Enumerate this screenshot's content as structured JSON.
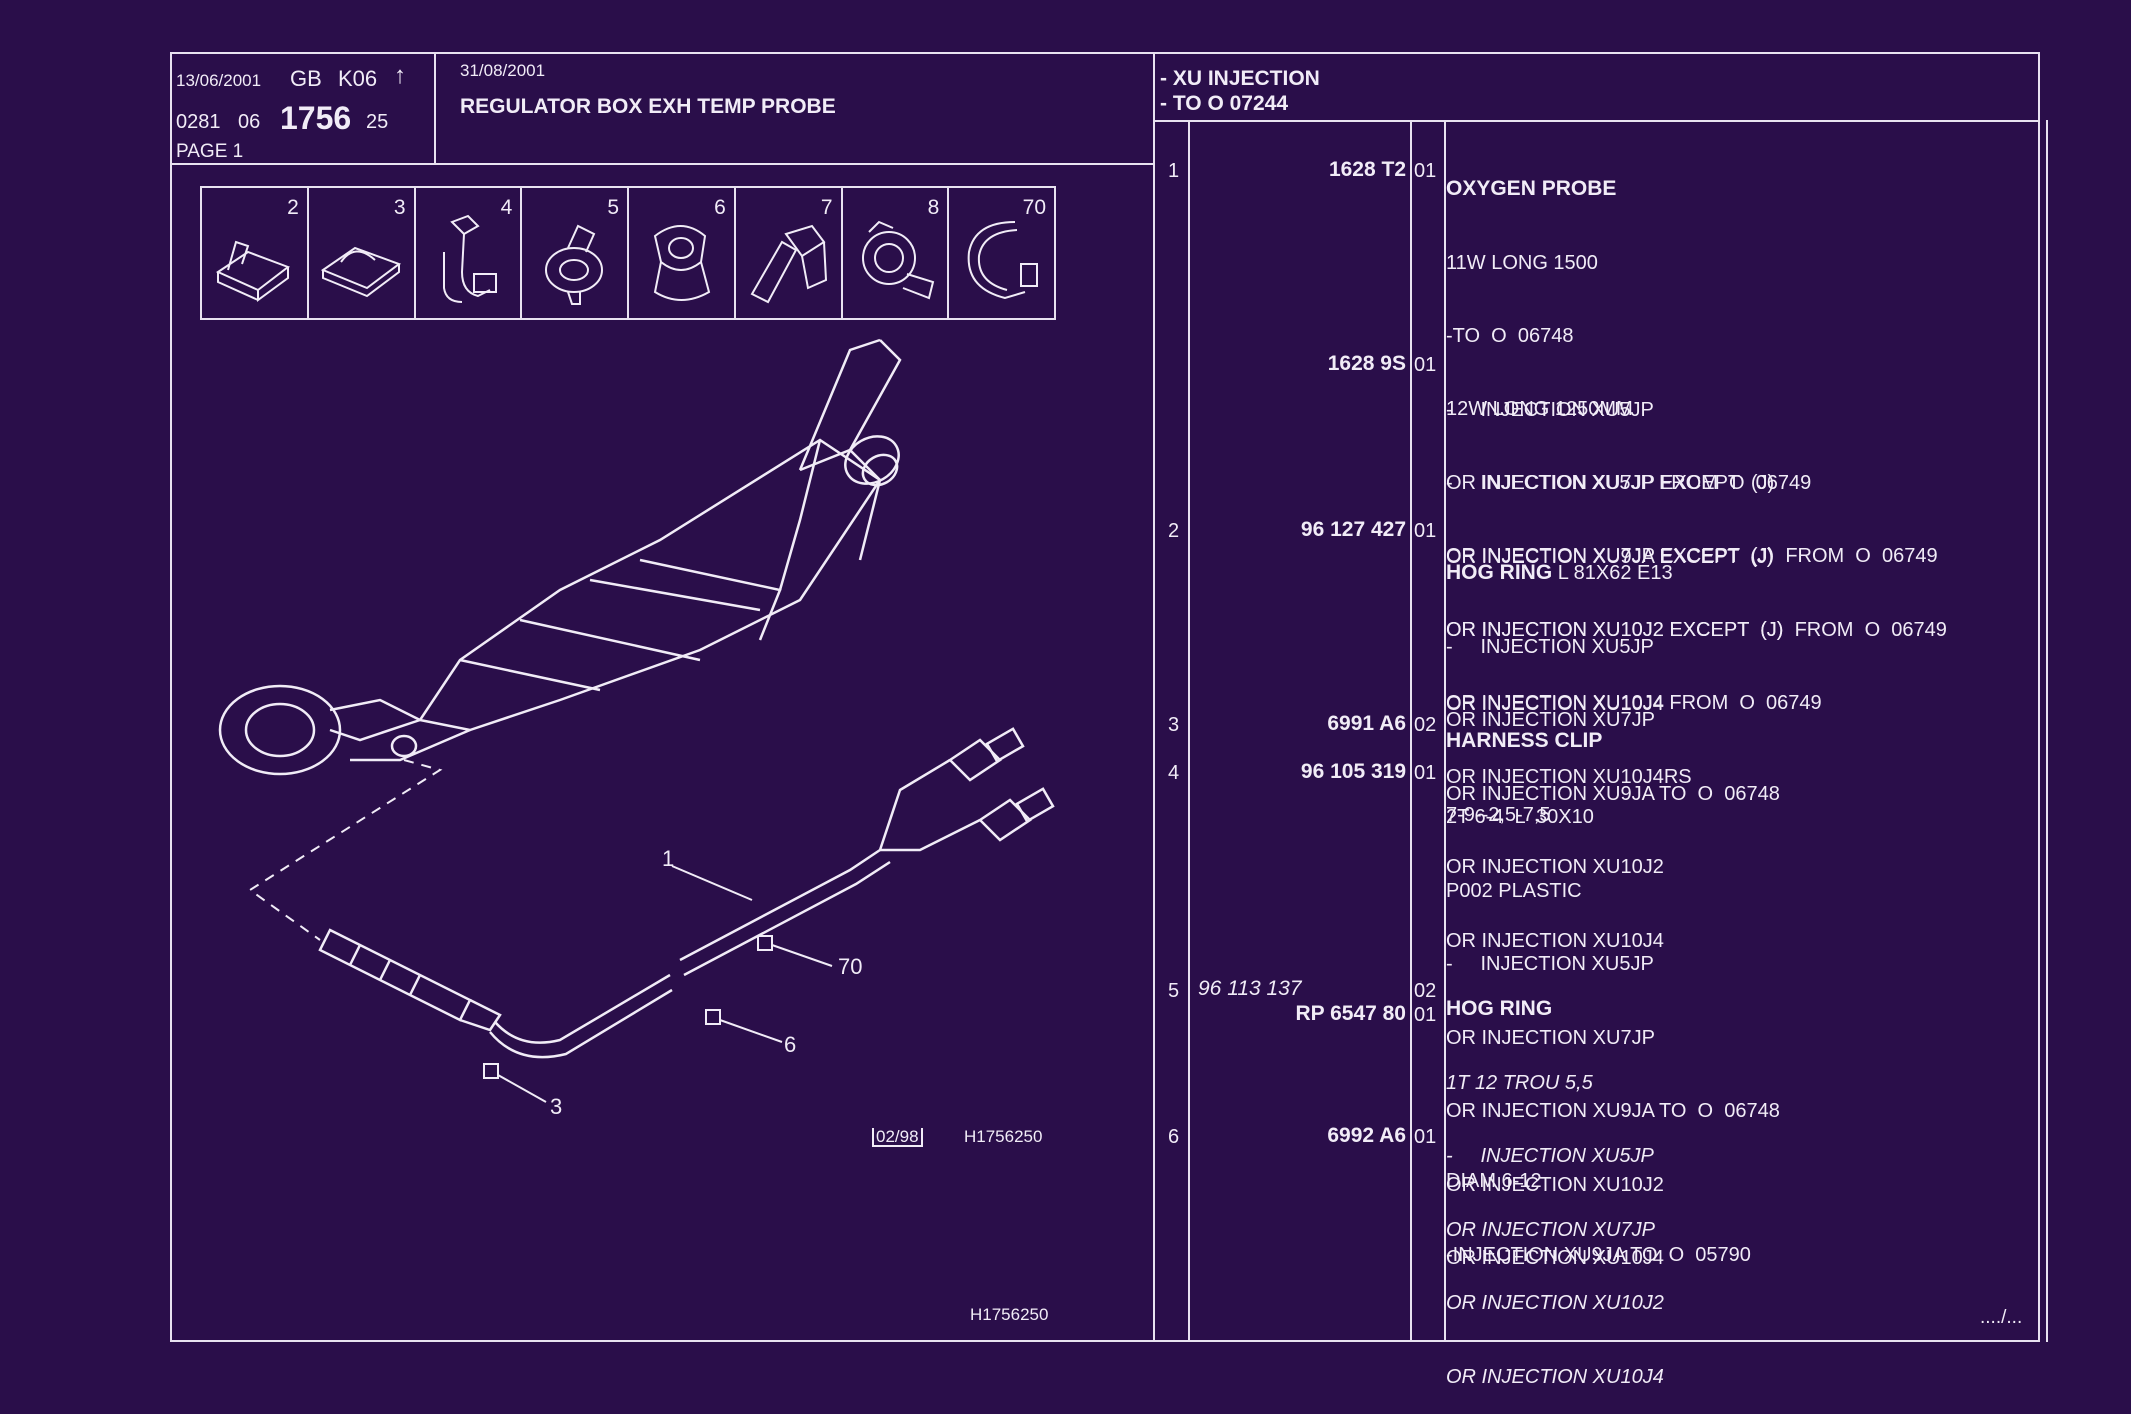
{
  "header": {
    "date_top": "13/06/2001",
    "region": "GB",
    "code": "K06",
    "arrow": "↑",
    "ref_prefix": "0281",
    "ref_group": "06",
    "ref_main": "1756",
    "ref_suffix": "25",
    "page": "PAGE 1",
    "date2": "31/08/2001",
    "title": "REGULATOR BOX EXH TEMP PROBE",
    "applic_line1": "- XU INJECTION",
    "applic_line2": "- TO O   07244"
  },
  "thumbnails": [
    {
      "num": "2",
      "icon": "clip-bracket-icon"
    },
    {
      "num": "3",
      "icon": "saddle-clip-icon"
    },
    {
      "num": "4",
      "icon": "cable-clip-icon"
    },
    {
      "num": "5",
      "icon": "round-clip-icon"
    },
    {
      "num": "6",
      "icon": "harness-clip-icon"
    },
    {
      "num": "7",
      "icon": "connector-clip-icon"
    },
    {
      "num": "8",
      "icon": "ring-clip-icon"
    },
    {
      "num": "70",
      "icon": "cable-tie-icon"
    }
  ],
  "diagram": {
    "callouts": [
      "1",
      "70",
      "6",
      "3"
    ],
    "date_box": "02/98",
    "code": "H1756250",
    "footer_code": "H1756250"
  },
  "parts": [
    {
      "index": "1",
      "ref": "1628 T2",
      "qty": "01",
      "heading": "OXYGEN PROBE",
      "lines": [
        "11W LONG 1500",
        "-TO  O  06748",
        "-     INJECTION XU5JP",
        "OR INJECTION XU7JP EXCEPT  (J)",
        "OR INJECTION XU9JA EXCEPT  (J)",
        "OR INJECTION XU10J2 EXCEPT  (J)",
        "OR INJECTION XU10J4"
      ]
    },
    {
      "index": "",
      "ref": "1628 9S",
      "qty": "01",
      "heading": "",
      "lines": [
        "12W LONG 1250MM",
        "-     INJECTION XU5JP FROM  O  06749",
        "OR INJECTION XU7JP EXCEPT  (J)  FROM  O  06749",
        "OR INJECTION XU10J2 EXCEPT  (J)  FROM  O  06749",
        "OR INJECTION XU10J4 FROM  O  06749",
        "OR INJECTION XU10J4RS"
      ]
    },
    {
      "index": "2",
      "ref": "96 127 427",
      "qty": "01",
      "heading": "HOG RING",
      "heading_suffix": " L 81X62 E13",
      "lines": [
        "-     INJECTION XU5JP",
        "OR INJECTION XU7JP",
        "OR INJECTION XU9JA TO  O  06748",
        "OR INJECTION XU10J2",
        "OR INJECTION XU10J4"
      ]
    },
    {
      "index": "3",
      "ref": "6991 A6",
      "qty": "02",
      "heading": "HARNESS CLIP",
      "lines": [
        "7-9--2,5-7,5"
      ]
    },
    {
      "index": "4",
      "ref": "96 105 319",
      "qty": "01",
      "heading": "",
      "lines": [
        "2T 6-4  L  30X10",
        "P002 PLASTIC",
        "-     INJECTION XU5JP",
        "OR INJECTION XU7JP",
        "OR INJECTION XU9JA TO  O  06748",
        "OR INJECTION XU10J2",
        "OR INJECTION XU10J4"
      ]
    },
    {
      "index": "5",
      "ref_italic": "96 113 137",
      "ref": "RP  6547 80",
      "qty": "02",
      "qty2": "01",
      "heading": "HOG RING",
      "lines": [
        "1T 12 TROU 5,5",
        "-     INJECTION XU5JP",
        "OR INJECTION XU7JP",
        "OR INJECTION XU10J2",
        "OR INJECTION XU10J4"
      ]
    },
    {
      "index": "6",
      "ref": "6992 A6",
      "qty": "01",
      "heading": "",
      "lines": [
        "DIAM 6-12",
        "-INJECTION XU9JA TO  O  05790"
      ]
    }
  ],
  "continuation": "..../...",
  "colors": {
    "background": "#2a0e4a",
    "ink": "#f1ecf7"
  }
}
